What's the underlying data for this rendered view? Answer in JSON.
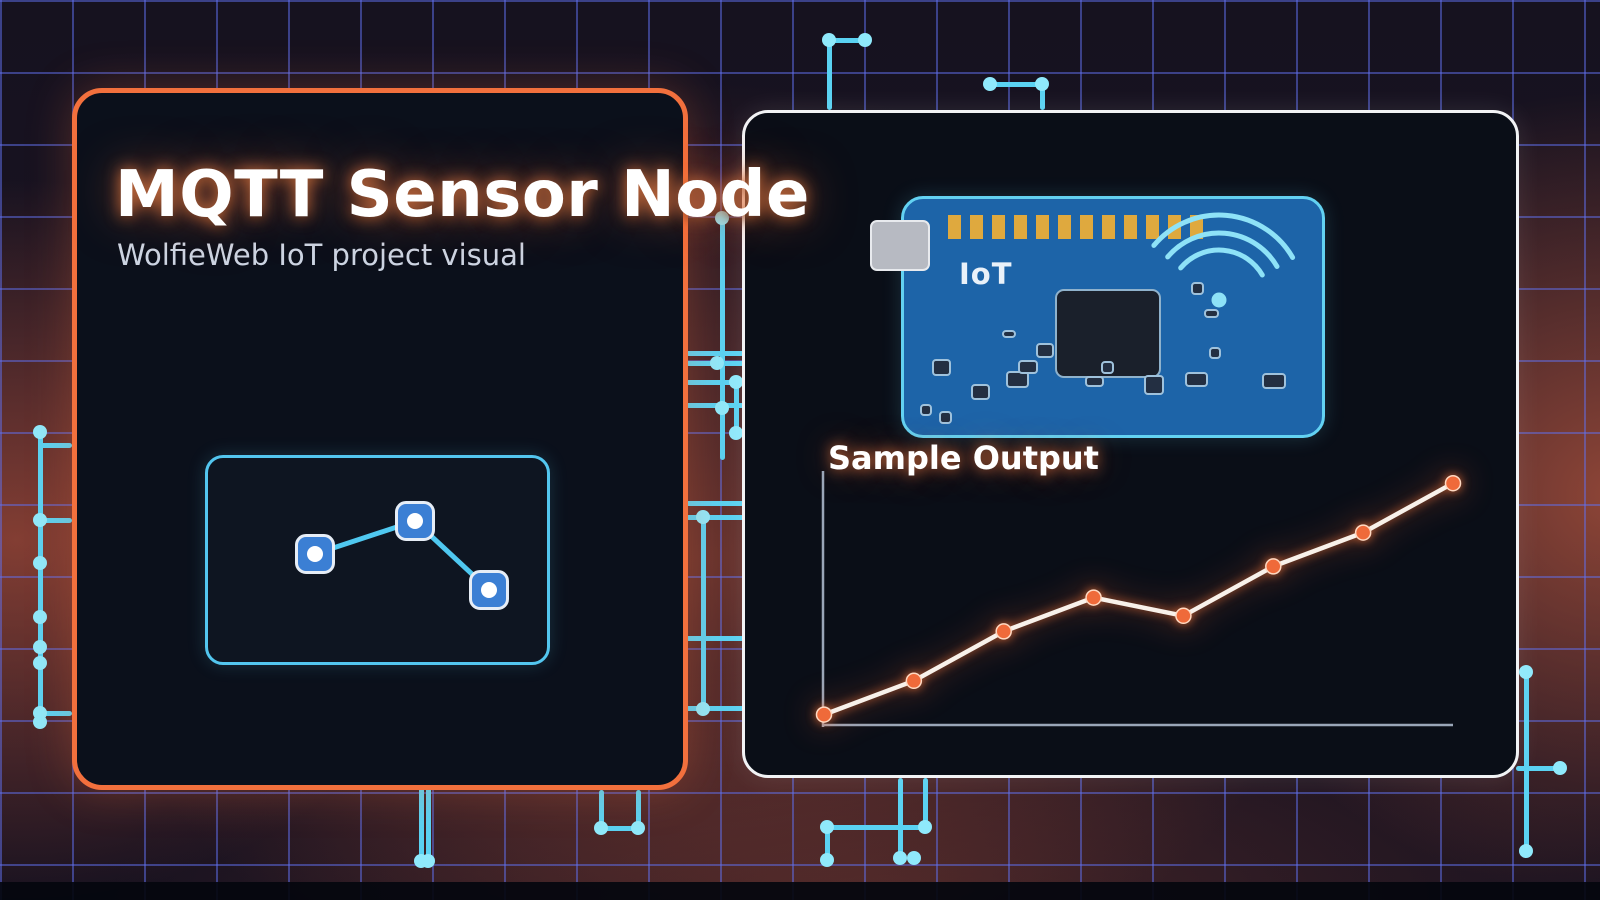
{
  "left_card": {
    "title": "MQTT Sensor Node",
    "subtitle": "WolfieWeb IoT project visual",
    "border_color": "#f2703d",
    "diagram": {
      "node_color": "#3b7fd4",
      "link_color": "#4fc8f0",
      "nodes": [
        {
          "id": "node-1",
          "fx": 0.31,
          "fy": 0.457
        },
        {
          "id": "node-2",
          "fx": 0.6,
          "fy": 0.3
        },
        {
          "id": "node-3",
          "fx": 0.815,
          "fy": 0.629
        }
      ],
      "links": [
        [
          0,
          1
        ],
        [
          1,
          2
        ]
      ]
    }
  },
  "right_card": {
    "chip": {
      "label": "IoT",
      "pin_count": 12,
      "board_color": "#1d64a8",
      "pin_color": "#dfa93e",
      "wifi_color": "#8ee2f7"
    },
    "section_title": "Sample Output"
  },
  "chart_data": {
    "type": "line",
    "title": "Sample Output",
    "x": [
      0,
      1,
      2,
      3,
      4,
      5,
      6,
      7
    ],
    "values": [
      4,
      17,
      36,
      49,
      42,
      61,
      74,
      93
    ],
    "ylim": [
      0,
      100
    ],
    "xlabel": "",
    "ylabel": "",
    "grid": false,
    "legend": false,
    "line_color": "#f8f1ea",
    "point_color": "#ef6a3a",
    "axis_color": "#9aa6b8"
  },
  "colors": {
    "accent_orange": "#f2703d",
    "trace_cyan": "#5ad2f2",
    "grid_blue": "#6070f0",
    "glow_red": "#a54e38"
  }
}
